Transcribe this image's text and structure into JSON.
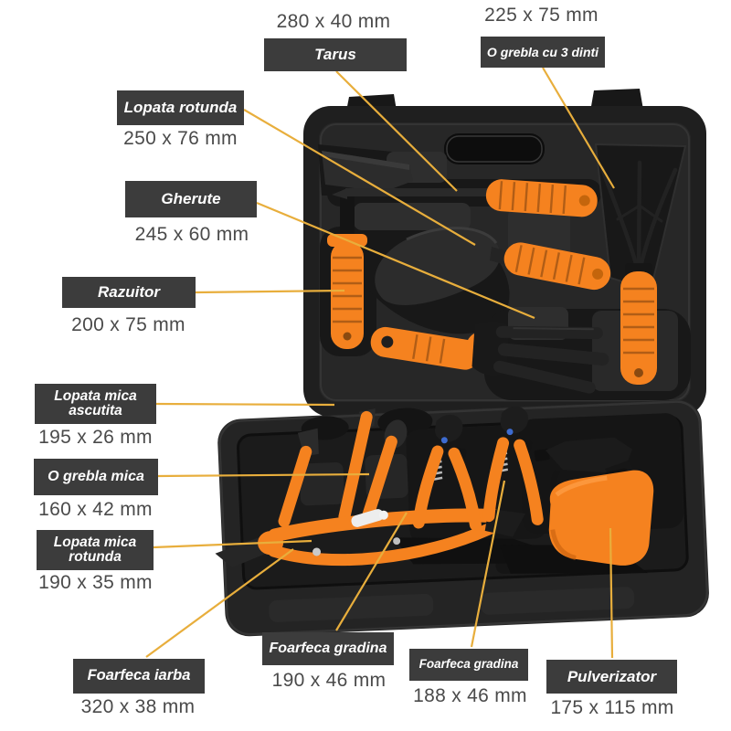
{
  "colors": {
    "background": "#ffffff",
    "label_box": "#3c3c3c",
    "label_text": "#ffffff",
    "dim_text": "#4a4a4a",
    "leader_line": "#e8ae3c",
    "tool_orange": "#f5821f",
    "tool_orange_dark": "#d4690e",
    "case_dark": "#1f1f1f",
    "case_mid": "#272727",
    "case_raised": "#2e2e2e",
    "case_recess": "#181818",
    "blade_dark": "#2c2c2c"
  },
  "labels": [
    {
      "id": "tarus",
      "name": "Tarus",
      "dimensions": "280 x 40 mm"
    },
    {
      "id": "grebla-cu-3-dinti",
      "name": "O grebla cu 3 dinti",
      "dimensions": "225 x 75 mm"
    },
    {
      "id": "lopata-rotunda",
      "name": "Lopata rotunda",
      "dimensions": "250 x 76 mm"
    },
    {
      "id": "gherute",
      "name": "Gherute",
      "dimensions": "245 x 60 mm"
    },
    {
      "id": "razuitor",
      "name": "Razuitor",
      "dimensions": "200 x 75 mm"
    },
    {
      "id": "lopata-mica-ascutita",
      "name": "Lopata mica ascutita",
      "dimensions": "195 x 26 mm"
    },
    {
      "id": "o-grebla-mica",
      "name": "O grebla mica",
      "dimensions": "160 x 42 mm"
    },
    {
      "id": "lopata-mica-rotunda",
      "name": "Lopata mica rotunda",
      "dimensions": "190 x 35 mm"
    },
    {
      "id": "foarfeca-iarba",
      "name": "Foarfeca iarba",
      "dimensions": "320 x 38 mm"
    },
    {
      "id": "foarfeca-gradina-1",
      "name": "Foarfeca gradina",
      "dimensions": "190 x 46 mm"
    },
    {
      "id": "foarfeca-gradina-2",
      "name": "Foarfeca gradina",
      "dimensions": "188 x 46 mm"
    },
    {
      "id": "pulverizator",
      "name": "Pulverizator",
      "dimensions": "175 x 115 mm"
    }
  ]
}
